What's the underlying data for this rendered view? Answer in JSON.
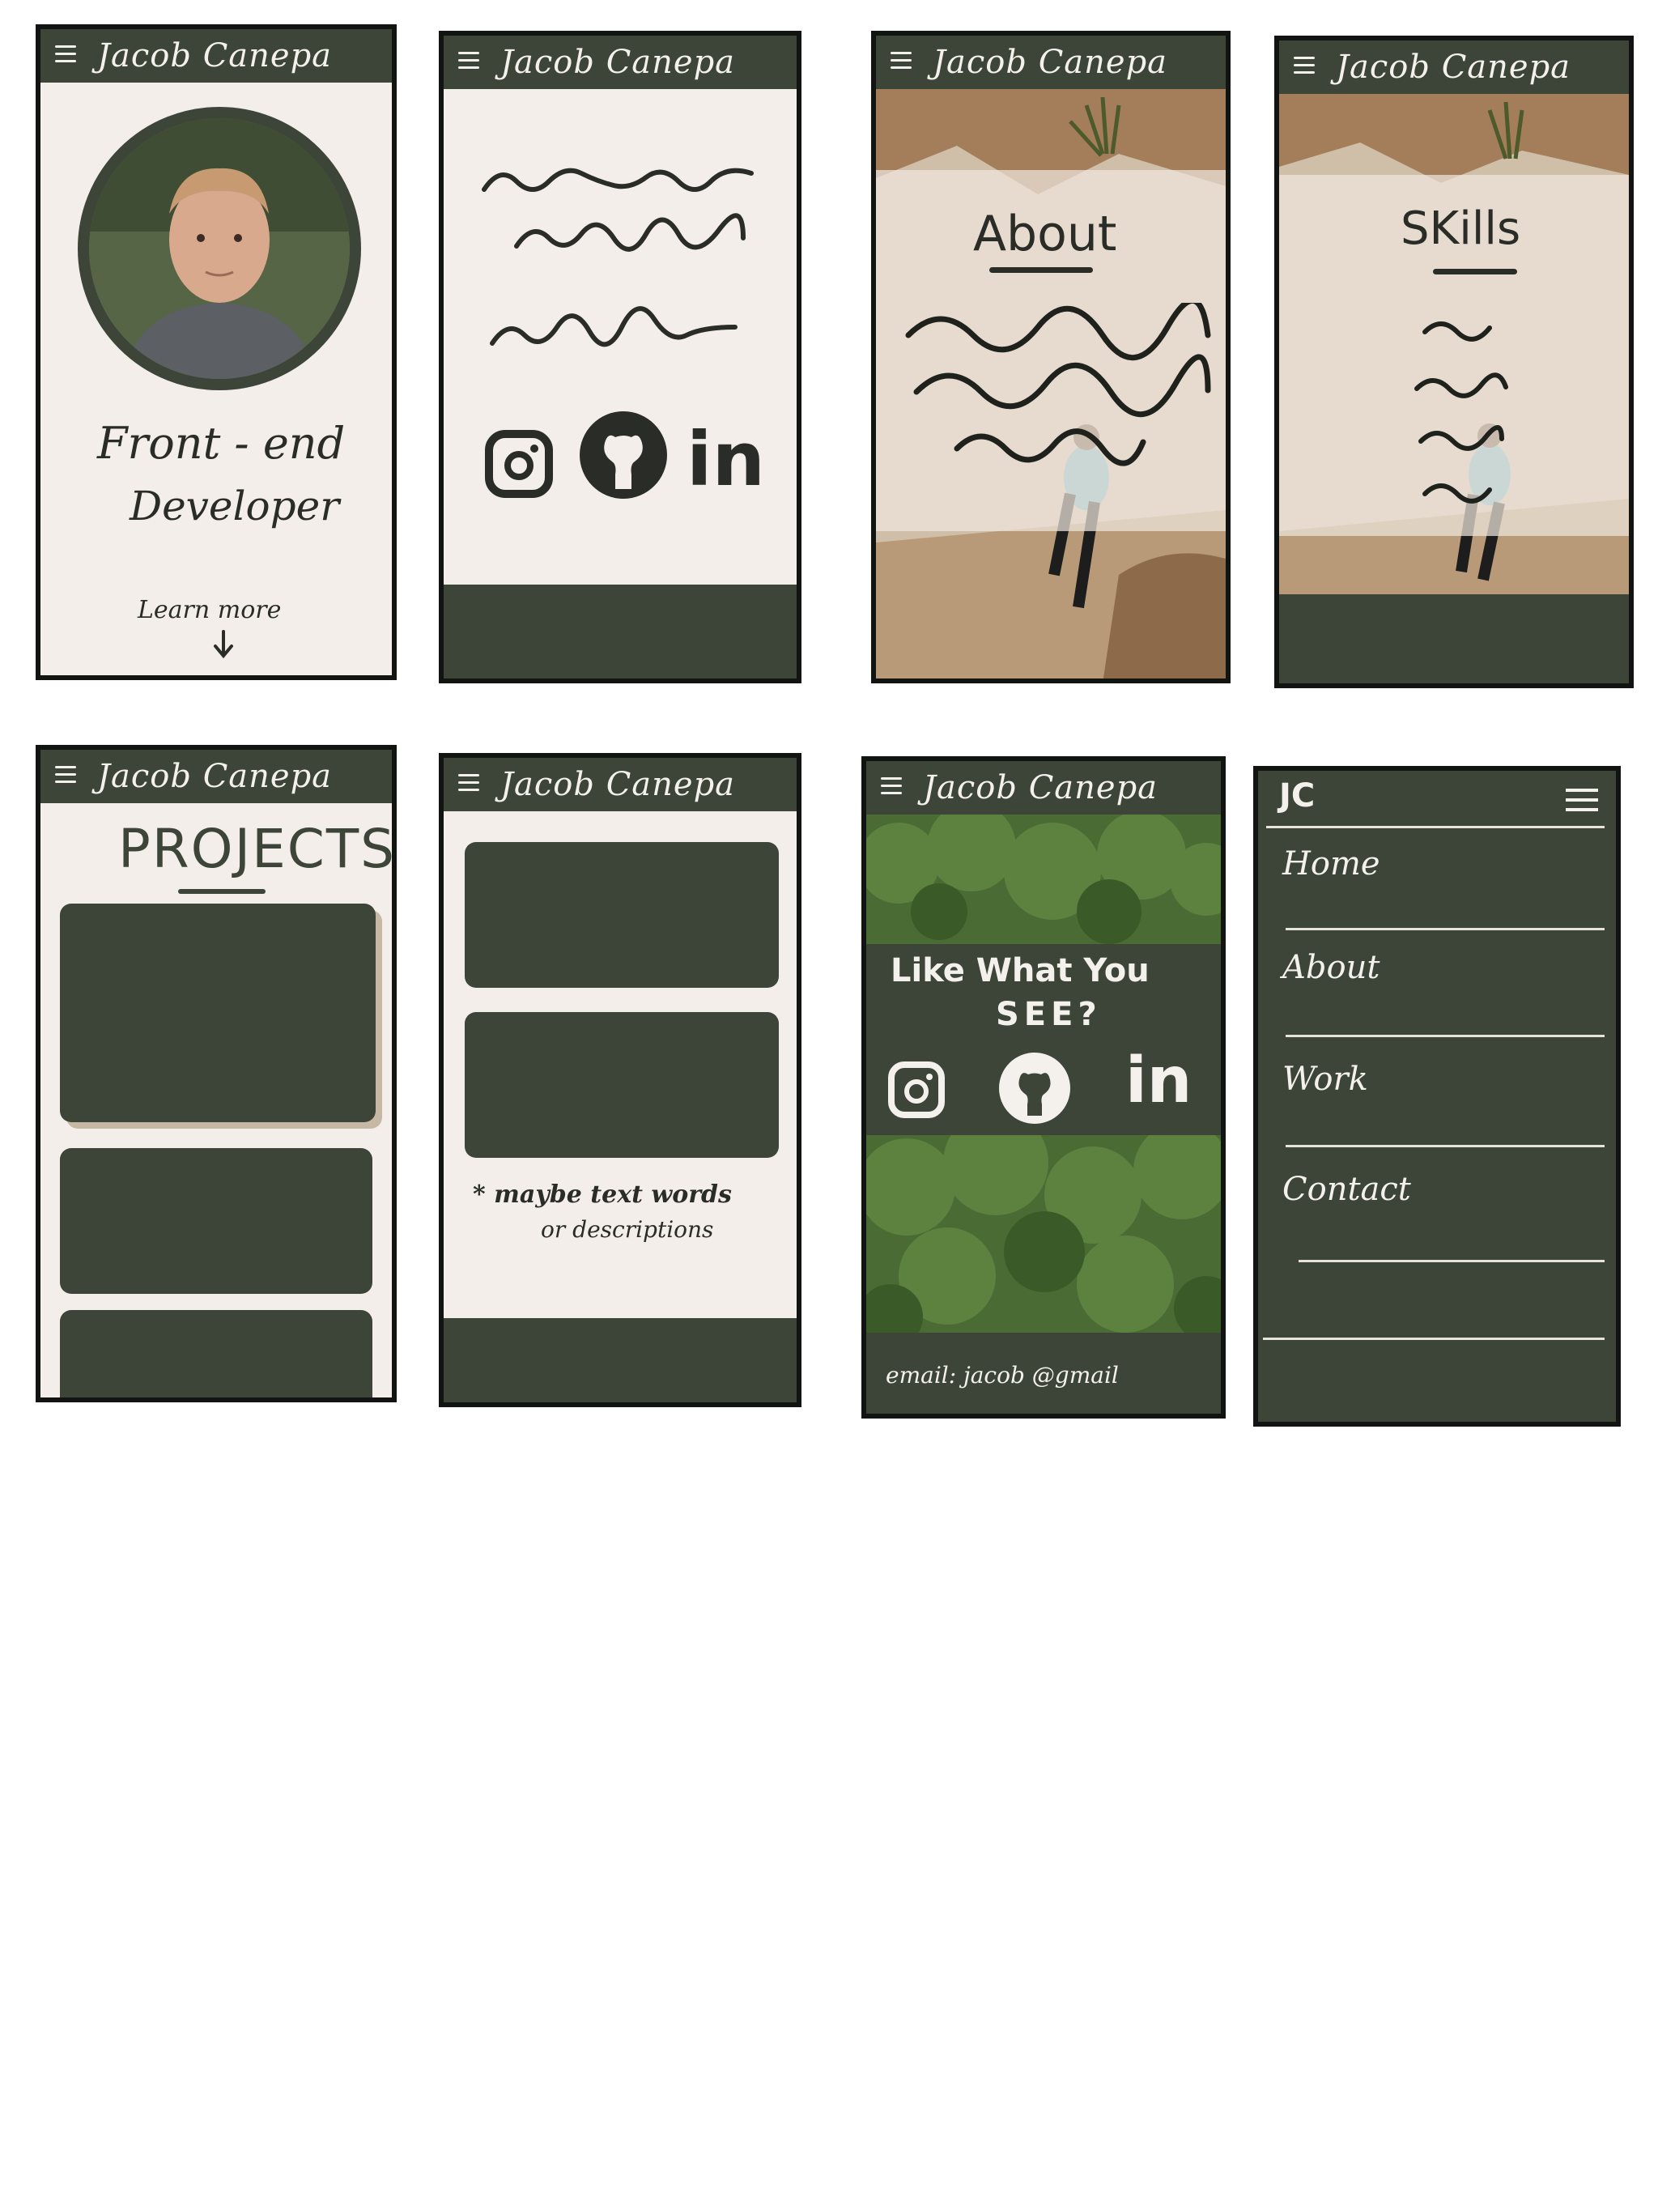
{
  "header": {
    "title": "Jacob Canepa"
  },
  "hero": {
    "role_line1": "Front - end",
    "role_line2": "Developer",
    "cta": "Learn more"
  },
  "about": {
    "title": "About"
  },
  "skills": {
    "title": "SKills"
  },
  "projects": {
    "title": "PROJECTS",
    "note_line1": "* maybe text words",
    "note_line2": "or descriptions"
  },
  "contact": {
    "title_line1": "Like What You",
    "title_line2": "SEE?",
    "email": "email: jacob @gmail"
  },
  "menu": {
    "brand": "JC",
    "items": [
      "Home",
      "About",
      "Work",
      "Contact"
    ]
  },
  "social": [
    "instagram-icon",
    "github-icon",
    "linkedin-icon"
  ],
  "colors": {
    "primary": "#3c4538",
    "paper": "#f3eeea",
    "light": "#f4f1ec"
  }
}
